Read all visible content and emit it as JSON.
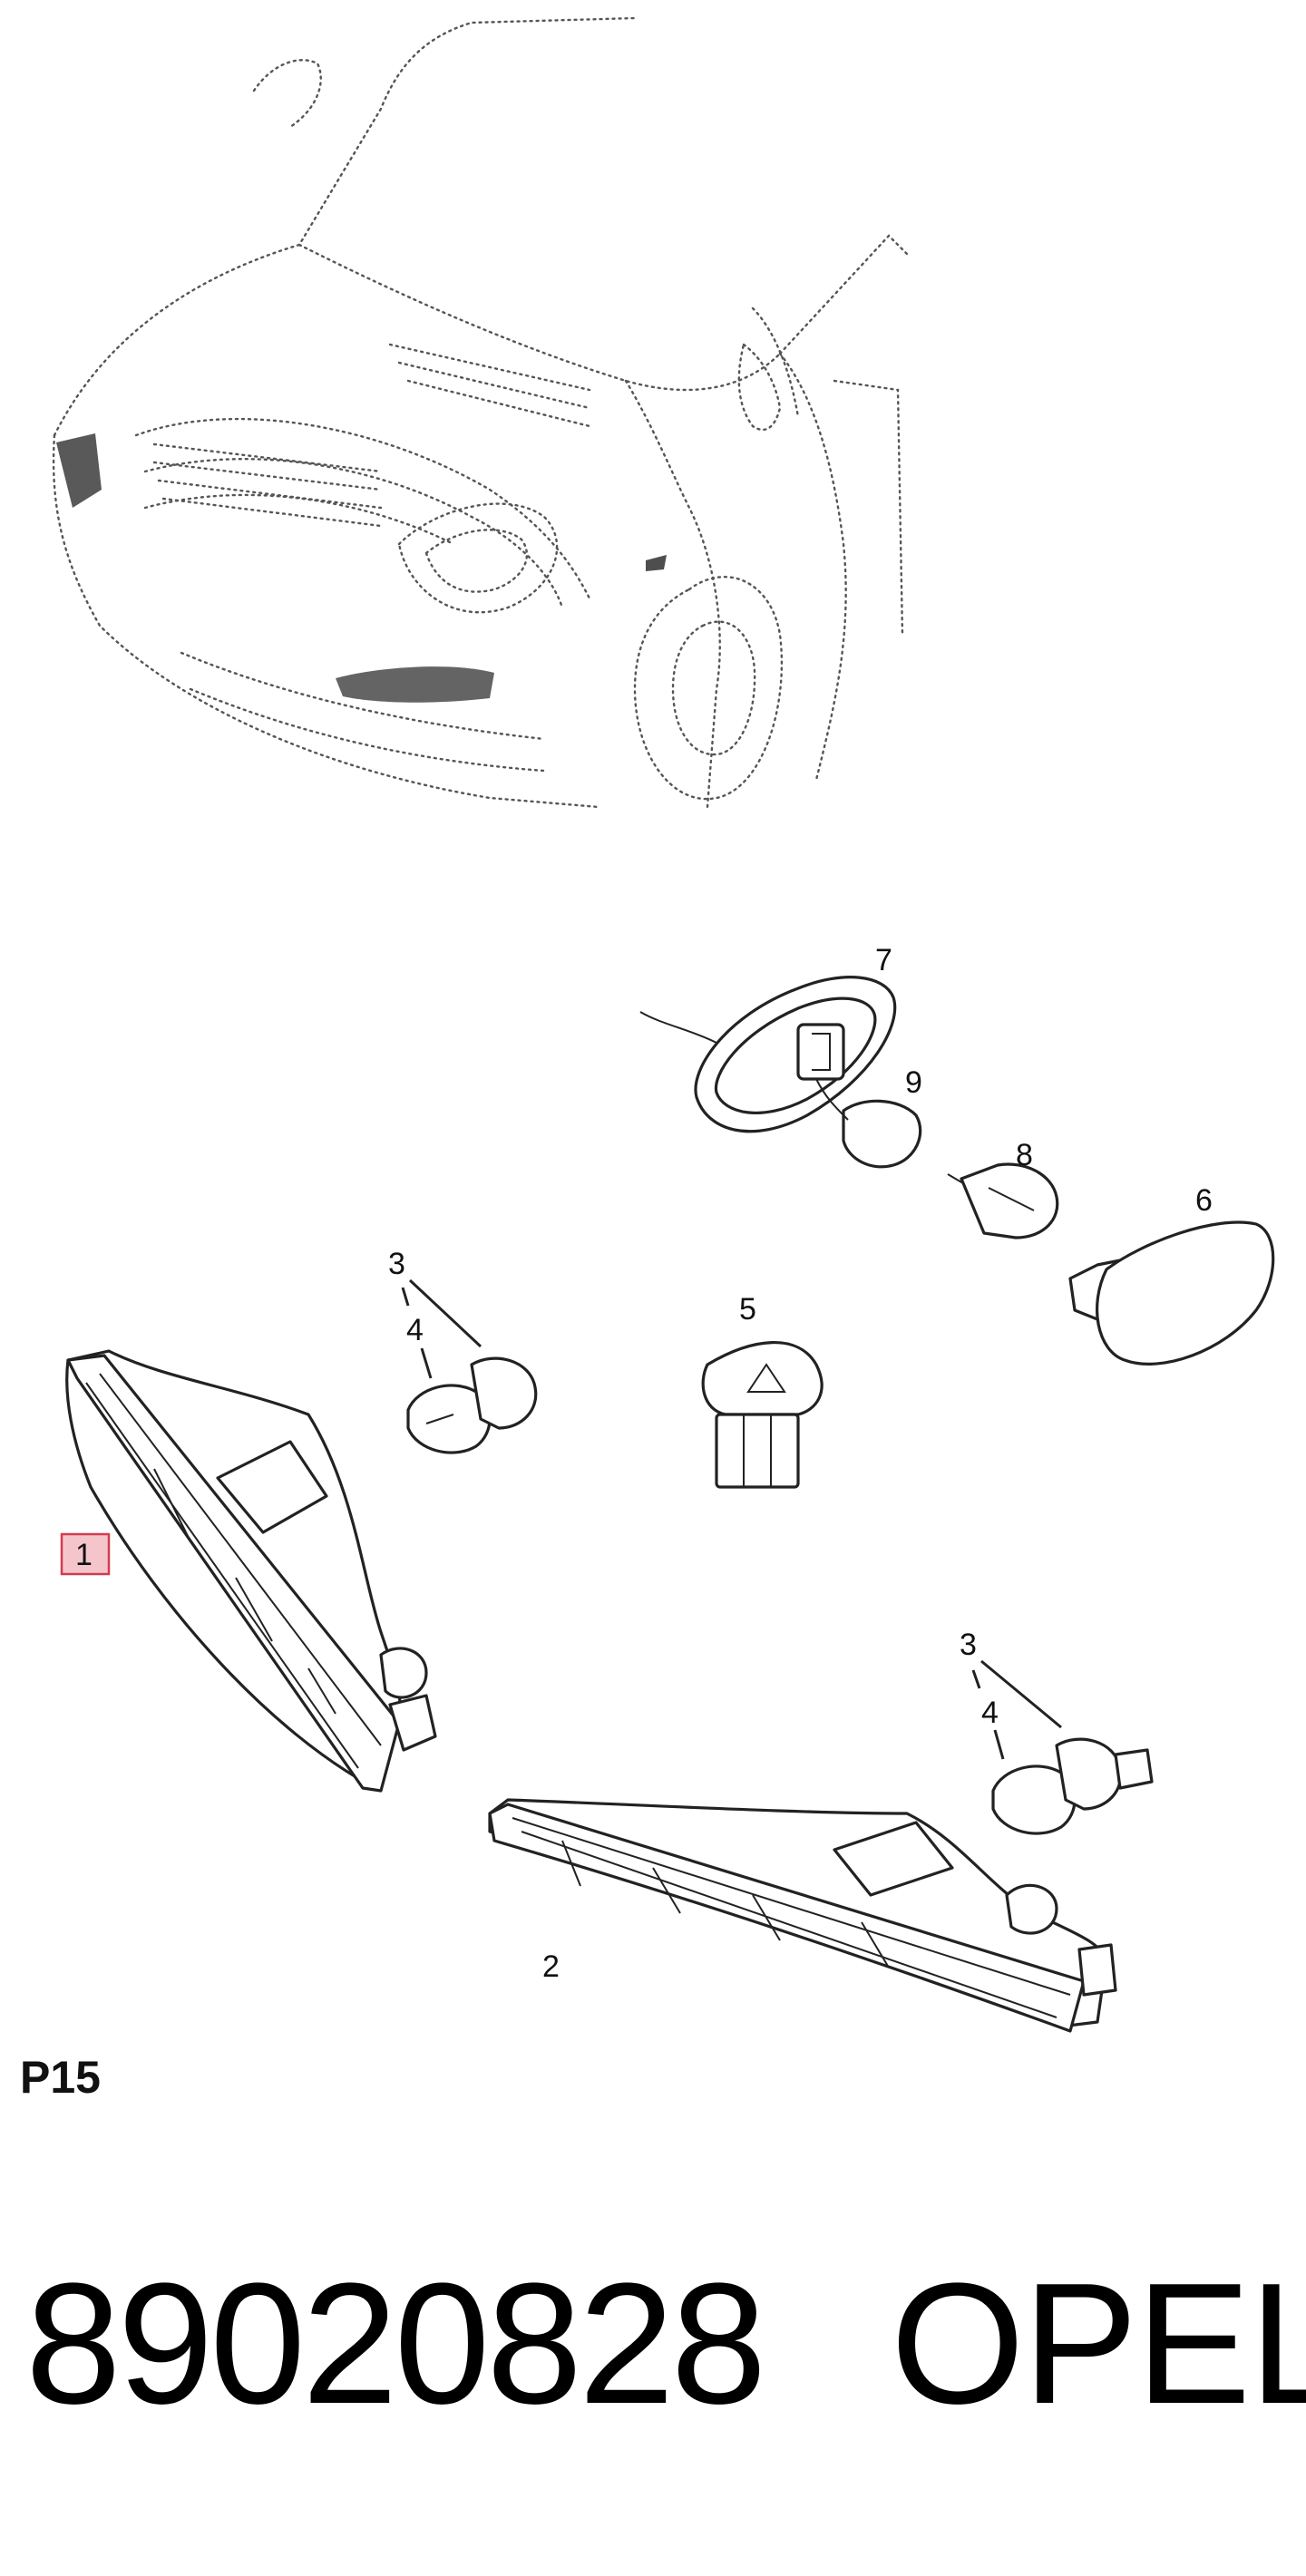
{
  "callouts": {
    "c1": "1",
    "c2": "2",
    "c3a": "3",
    "c4a": "4",
    "c3b": "3",
    "c4b": "4",
    "c5": "5",
    "c6": "6",
    "c7": "7",
    "c8": "8",
    "c9": "9"
  },
  "highlight_color": "#f4c6cc",
  "page_code": "P15",
  "part_number": "89020828",
  "brand": "OPEL"
}
